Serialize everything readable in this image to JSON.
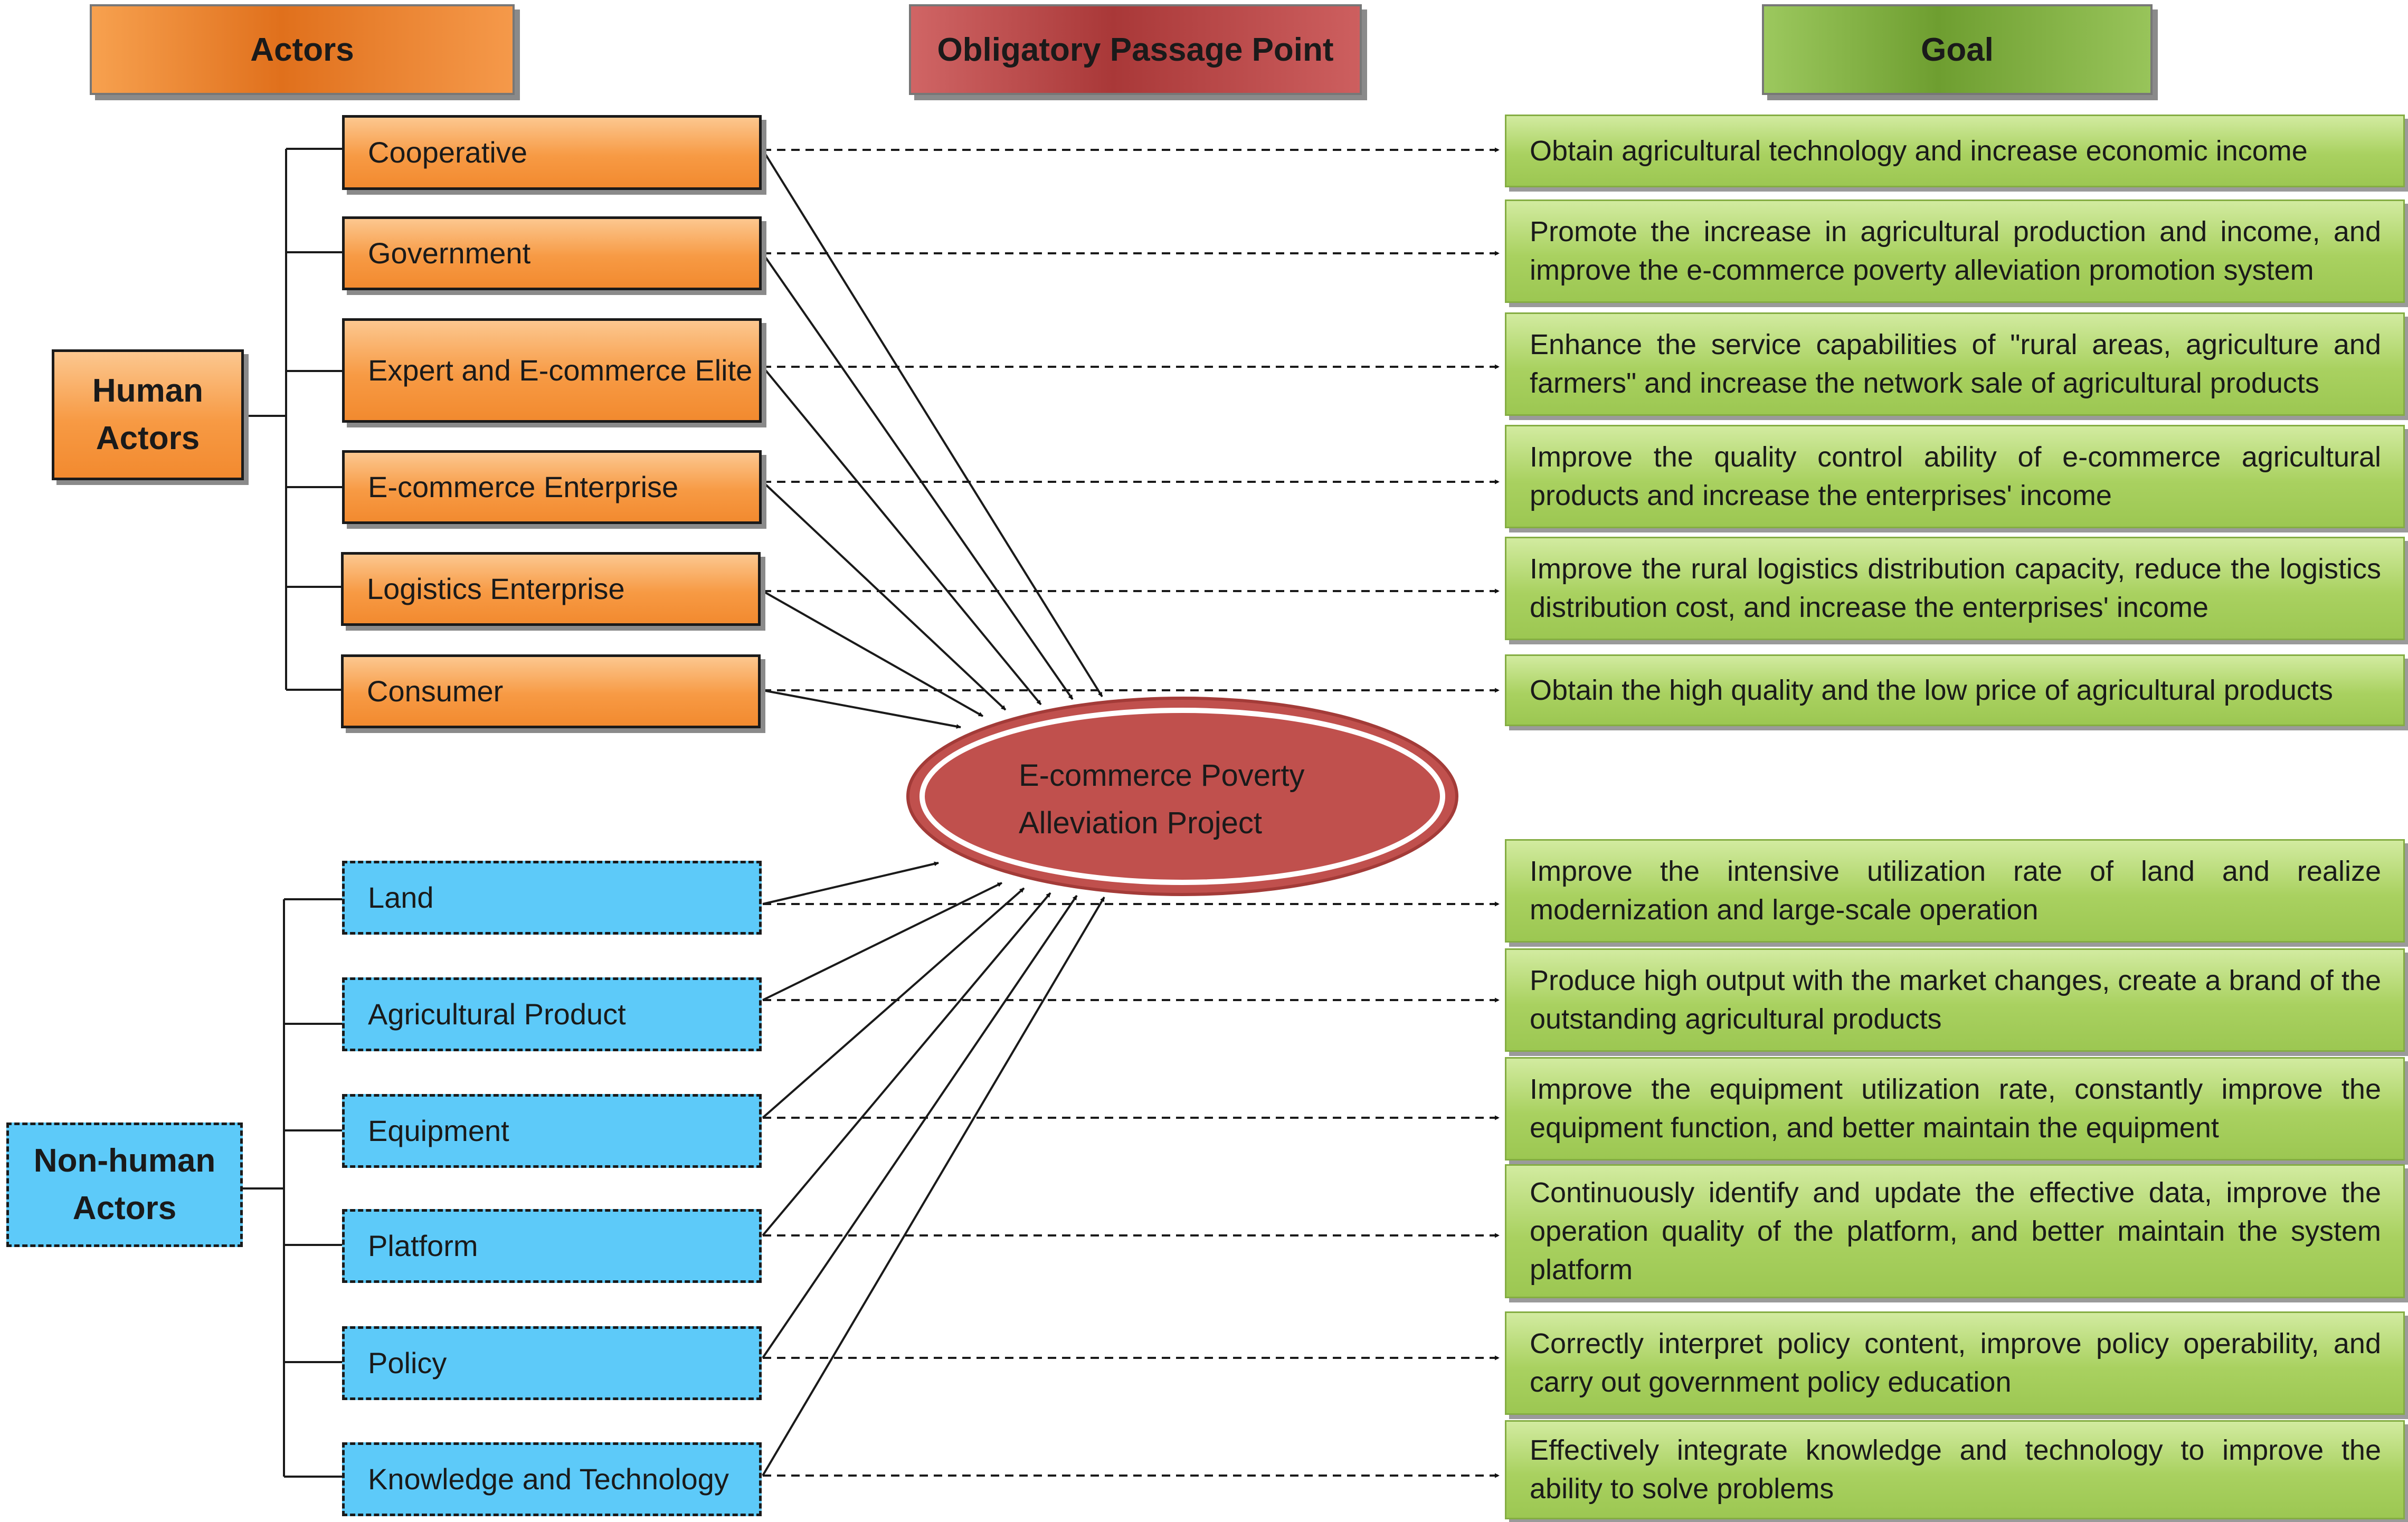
{
  "headers": {
    "actors": "Actors",
    "opp": "Obligatory Passage Point",
    "goal": "Goal"
  },
  "groups": {
    "human": "Human Actors",
    "nonhuman": "Non-human Actors"
  },
  "human_actors": [
    "Cooperative",
    "Government",
    "Expert and E-commerce Elite",
    "E-commerce Enterprise",
    "Logistics Enterprise",
    "Consumer"
  ],
  "nonhuman_actors": [
    "Land",
    "Agricultural Product",
    "Equipment",
    "Platform",
    "Policy",
    "Knowledge and Technology"
  ],
  "opp_label": "E-commerce Poverty Alleviation Project",
  "goals": [
    "Obtain agricultural technology and increase economic income",
    "Promote the increase in agricultural production and income, and improve the e-commerce poverty alleviation promotion system",
    "Enhance the service capabilities of \"rural areas, agriculture and farmers\" and increase the network sale of agricultural products",
    "Improve the quality control ability of e-commerce agricultural products and increase the enterprises' income",
    "Improve the rural logistics distribution capacity, reduce the logistics distribution cost, and increase the enterprises' income",
    "Obtain the high quality and the low price of agricultural products",
    "Improve the intensive utilization rate of land and realize modernization and large-scale operation",
    "Produce high output with the market changes, create a brand of the outstanding agricultural products",
    "Improve the equipment utilization rate, constantly improve the equipment function, and better maintain the equipment",
    "Continuously identify and update the effective data, improve the operation quality of the platform, and better maintain the system platform",
    "Correctly interpret policy content, improve policy operability, and carry out government policy education",
    "Effectively integrate knowledge and technology to improve the ability to solve problems"
  ],
  "colors": {
    "human_actor": "#f79646",
    "nonhuman_actor": "#5dcaf9",
    "goal": "#9bbb59",
    "opp": "#c0504d",
    "actors_header": "#e46c0a",
    "opp_header": "#953735",
    "goal_header": "#77933c"
  }
}
